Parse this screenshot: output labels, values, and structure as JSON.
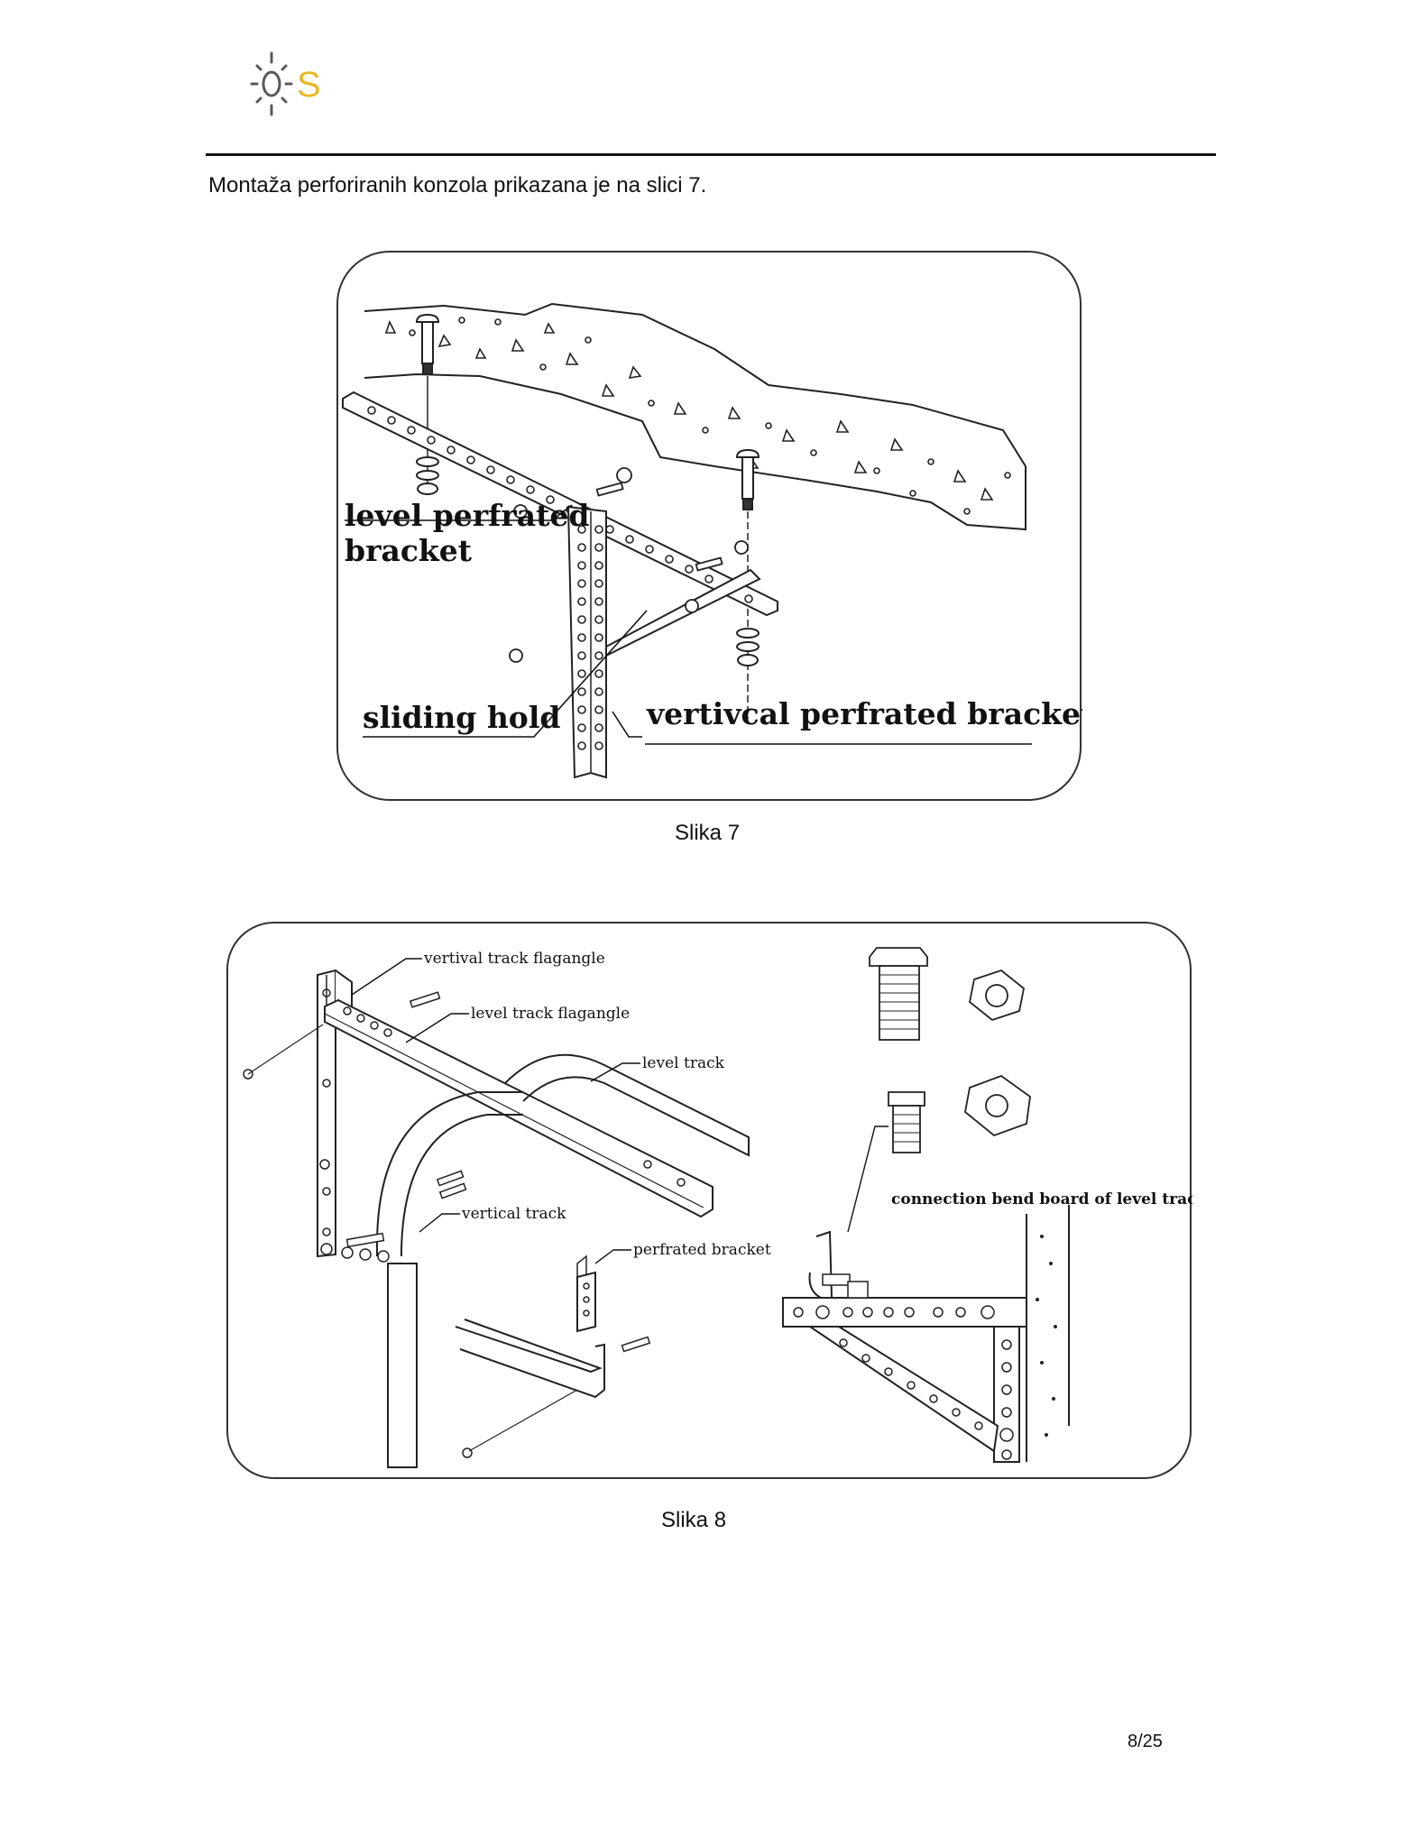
{
  "header": {
    "logo": {
      "icon": "sun-icon",
      "letter": "S",
      "sun_color": "#5a5a5a",
      "letter_color": "#e8b82a"
    }
  },
  "intro_text": "Montaža perforiranih konzola prikazana je na slici 7.",
  "figure7": {
    "labels": {
      "level": [
        "level perfrated",
        "bracket"
      ],
      "sliding": "sliding hold",
      "vertical": "vertivcal perfrated bracket"
    },
    "caption": "Slika 7"
  },
  "figure8": {
    "labels": {
      "vertical_flagangle": "vertival track flagangle",
      "level_flagangle": "level track flagangle",
      "level_track": "level track",
      "vertical_track": "vertical track",
      "perfrated_bracket": "perfrated bracket",
      "connection": "connection bend board of level track"
    },
    "caption": "Slika 8"
  },
  "footer": {
    "page_number": "8/25"
  }
}
